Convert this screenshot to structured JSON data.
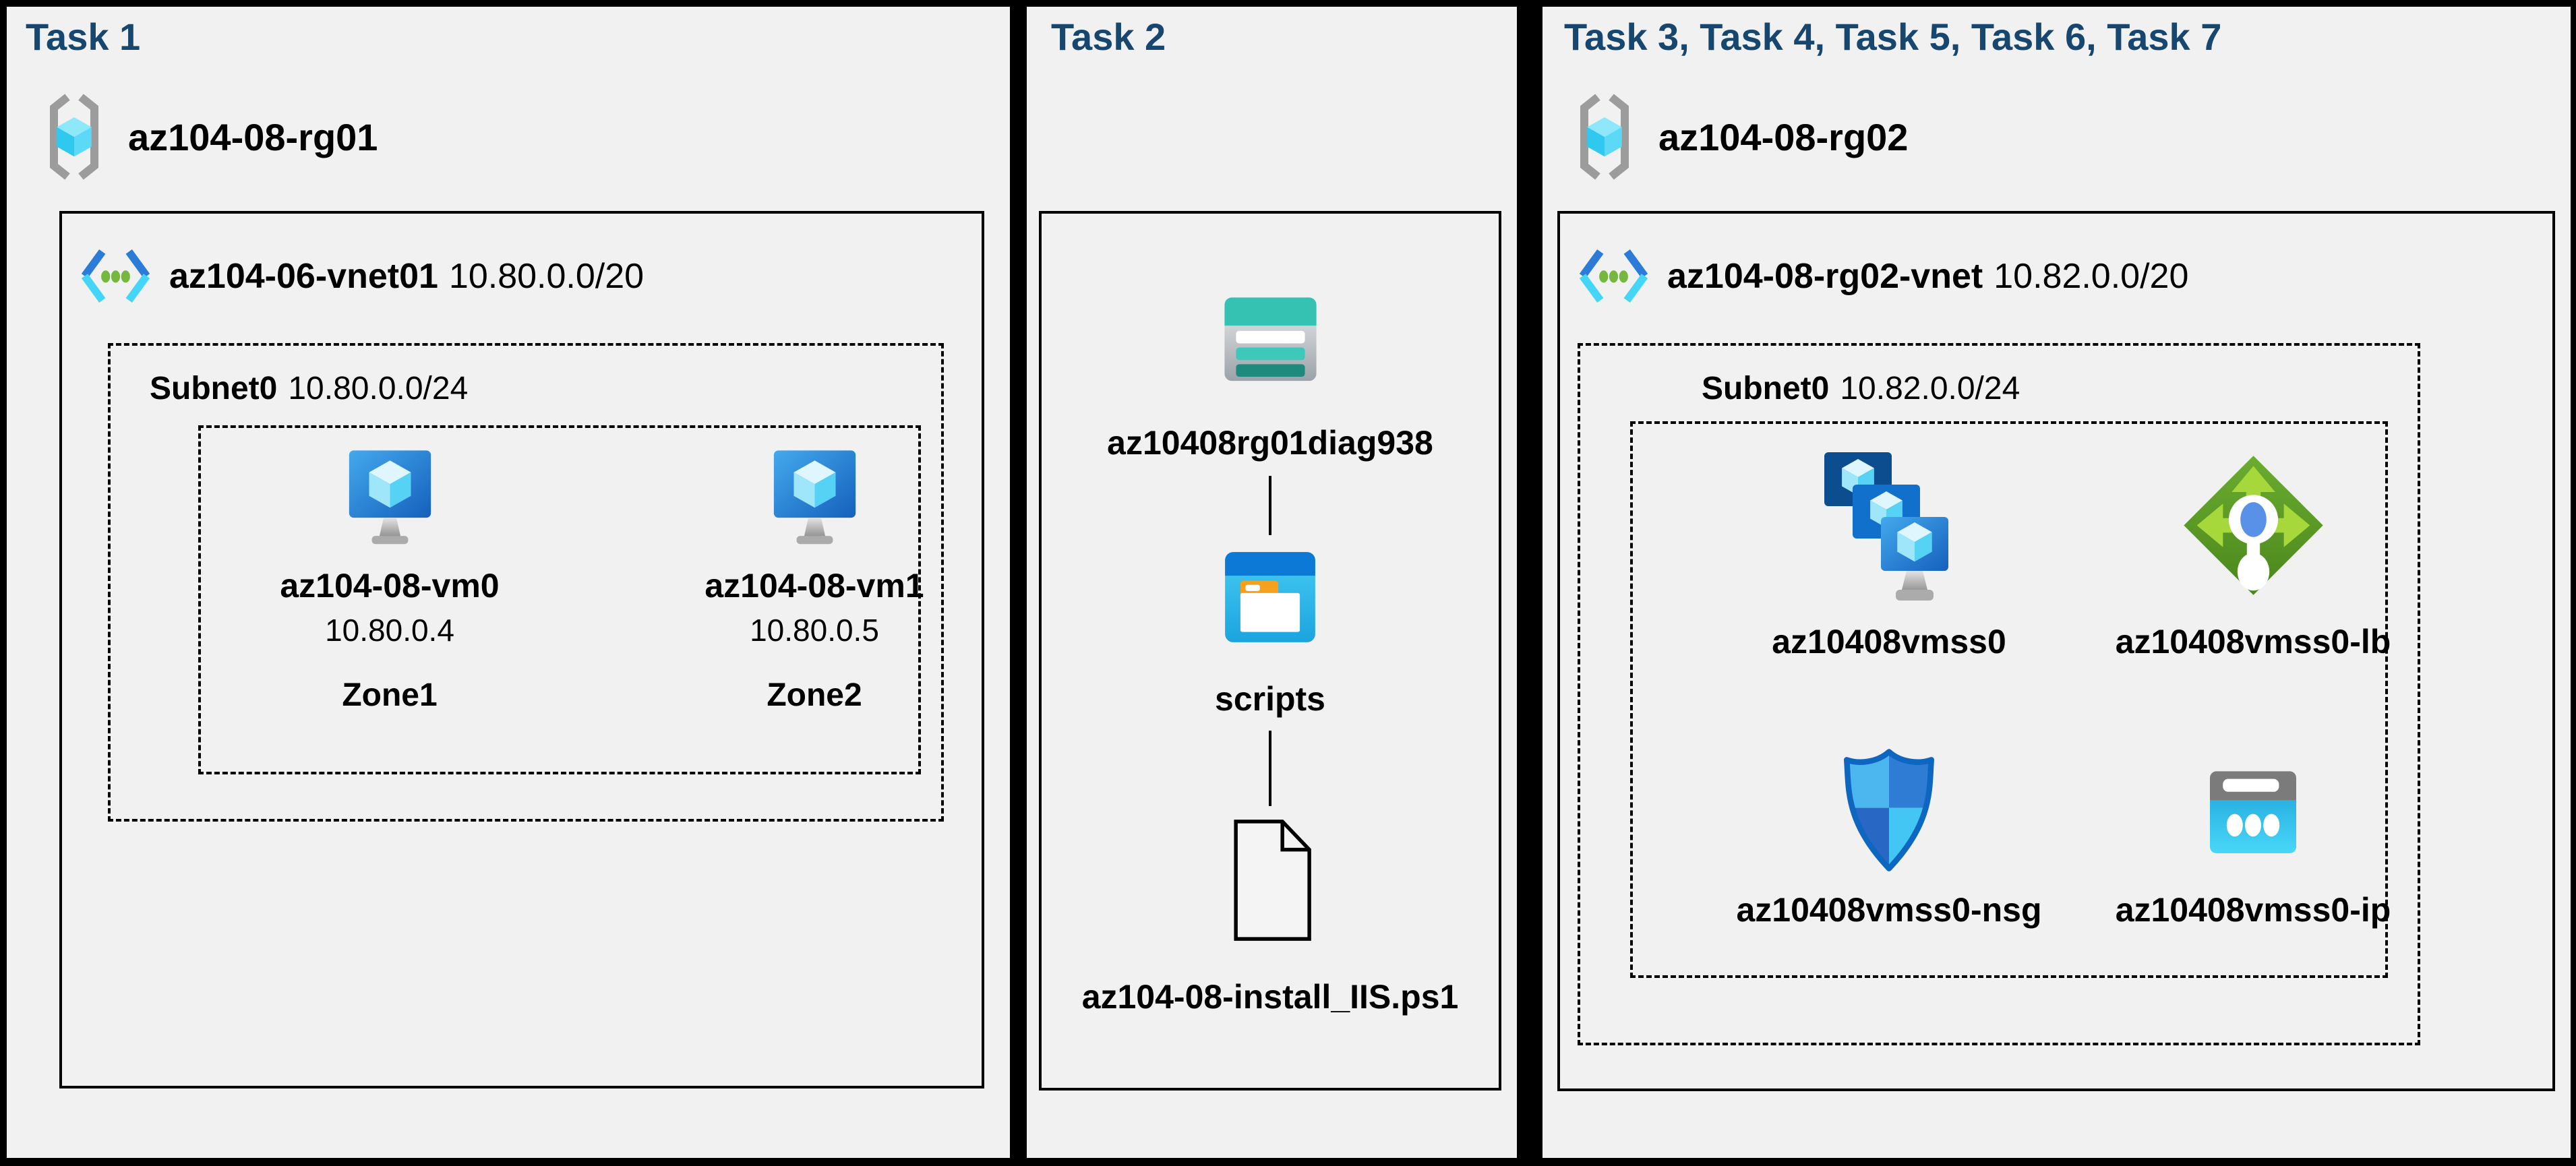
{
  "colors": {
    "background": "#000000",
    "panel_background": "#F1F1F2",
    "task_title": "#17476F",
    "label_text": "#000000",
    "vm_monitor_blue": "#1560BC",
    "cube_cyan": "#55D2F4",
    "storage_teal": "#35C2B3",
    "folder_blue": "#0D79D6",
    "lb_green": "#5B9B26",
    "nsg_blue": "#2F7CD4",
    "ip_cyan": "#38C4EF"
  },
  "panels": {
    "task1": {
      "title": "Task 1",
      "resource_group": {
        "name": "az104-08-rg01"
      },
      "vnet": {
        "name": "az104-06-vnet01",
        "cidr": "10.80.0.0/20"
      },
      "subnet": {
        "name": "Subnet0",
        "cidr": "10.80.0.0/24"
      },
      "vms": [
        {
          "name": "az104-08-vm0",
          "ip": "10.80.0.4",
          "zone": "Zone1"
        },
        {
          "name": "az104-08-vm1",
          "ip": "10.80.0.5",
          "zone": "Zone2"
        }
      ]
    },
    "task2": {
      "title": "Task 2",
      "storage_account": {
        "name": "az10408rg01diag938"
      },
      "container": {
        "name": "scripts"
      },
      "script_file": {
        "name": "az104-08-install_IIS.ps1"
      }
    },
    "task3": {
      "title": "Task 3, Task 4, Task 5, Task 6, Task 7",
      "resource_group": {
        "name": "az104-08-rg02"
      },
      "vnet": {
        "name": "az104-08-rg02-vnet",
        "cidr": "10.82.0.0/20"
      },
      "subnet": {
        "name": "Subnet0",
        "cidr": "10.82.0.0/24"
      },
      "resources": [
        {
          "name": "az10408vmss0"
        },
        {
          "name": "az10408vmss0-lb"
        },
        {
          "name": "az10408vmss0-nsg"
        },
        {
          "name": "az10408vmss0-ip"
        }
      ]
    }
  }
}
